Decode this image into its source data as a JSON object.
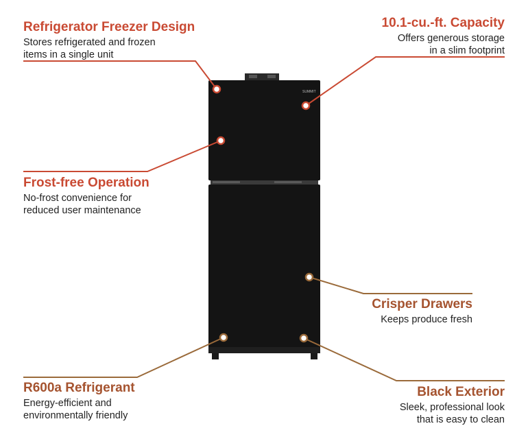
{
  "colors": {
    "heading_red": "#c94a33",
    "heading_brown": "#a5532f",
    "line_red": "#c94a33",
    "line_brown": "#9a6a3a",
    "fridge_body": "#141414",
    "dot_fill": "#ffffff"
  },
  "product": {
    "brand_badge": "SUMMIT"
  },
  "features": {
    "refrigerator_freezer": {
      "title": "Refrigerator Freezer Design",
      "description": "Stores refrigerated and frozen\nitems in a single unit"
    },
    "capacity": {
      "title": "10.1-cu.-ft. Capacity",
      "description": "Offers generous storage\nin a slim footprint"
    },
    "frost_free": {
      "title": "Frost-free Operation",
      "description": "No-frost convenience for\nreduced user maintenance"
    },
    "crisper": {
      "title": "Crisper Drawers",
      "description": "Keeps produce fresh"
    },
    "refrigerant": {
      "title": "R600a Refrigerant",
      "description": "Energy-efficient and\nenvironmentally friendly"
    },
    "exterior": {
      "title": "Black Exterior",
      "description": "Sleek, professional look\nthat is easy to clean"
    }
  }
}
